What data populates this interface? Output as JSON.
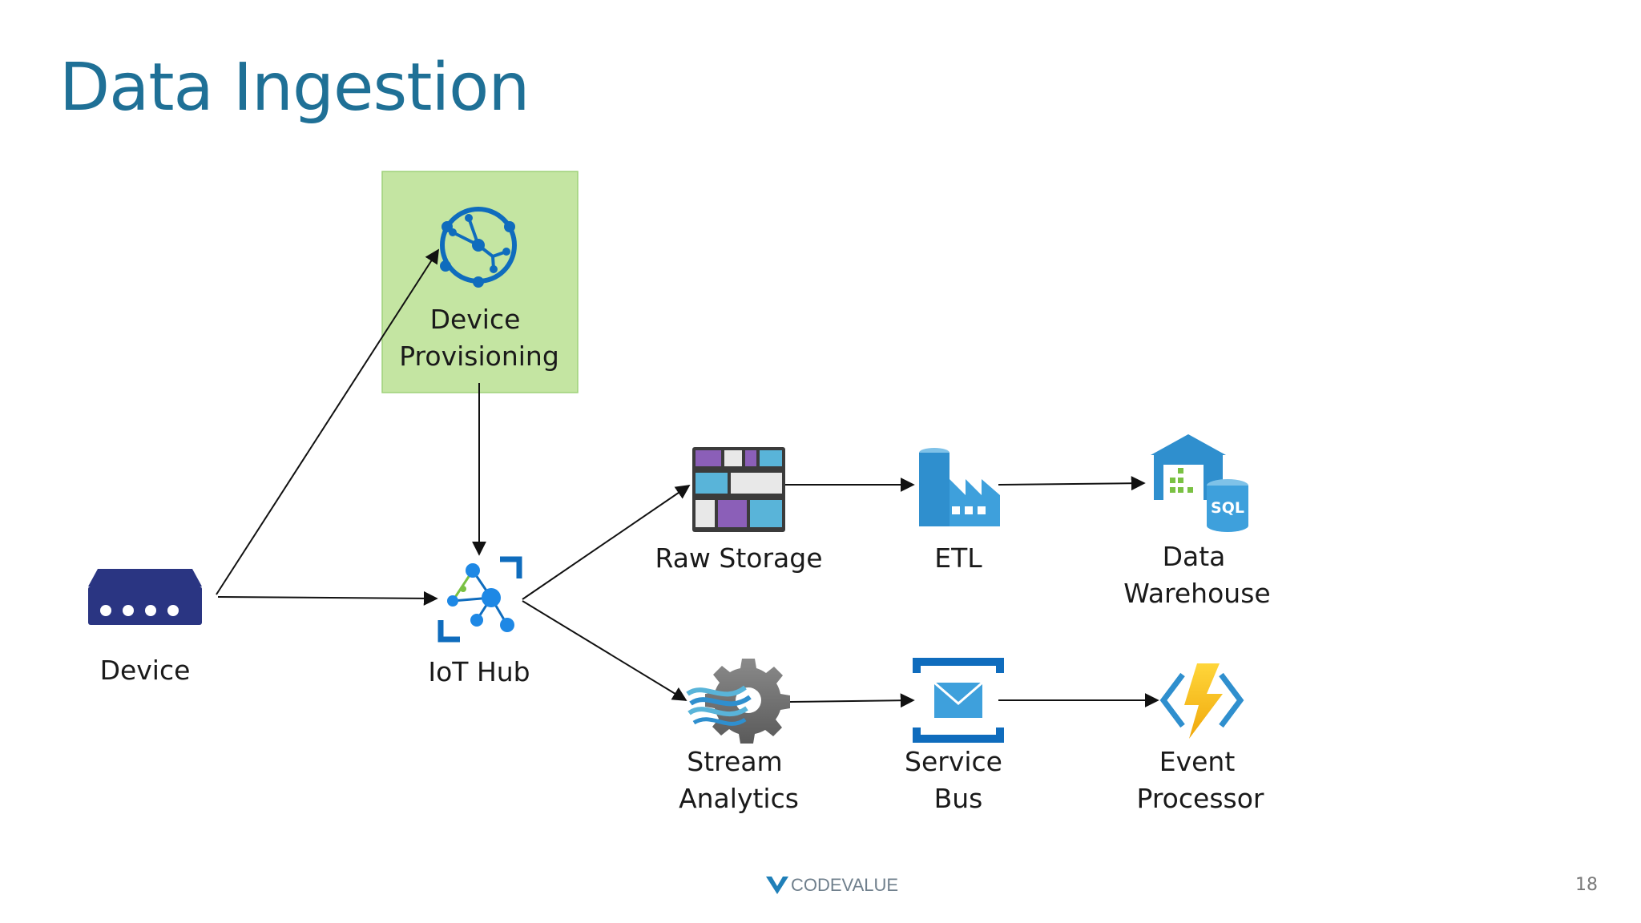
{
  "slide": {
    "title": "Data Ingestion",
    "page_number": "18",
    "footer_logo_text": "CODEVALUE"
  },
  "nodes": {
    "device": {
      "label": "Device",
      "icon": "device-icon"
    },
    "device_provisioning": {
      "label_line1": "Device",
      "label_line2": "Provisioning",
      "icon": "device-provisioning-icon"
    },
    "iot_hub": {
      "label": "IoT Hub",
      "icon": "iot-hub-icon"
    },
    "raw_storage": {
      "label": "Raw Storage",
      "icon": "storage-icon"
    },
    "etl": {
      "label": "ETL",
      "icon": "data-factory-icon"
    },
    "data_warehouse": {
      "label_line1": "Data",
      "label_line2": "Warehouse",
      "icon": "sql-warehouse-icon"
    },
    "stream_analytics": {
      "label_line1": "Stream",
      "label_line2": "Analytics",
      "icon": "stream-analytics-icon"
    },
    "service_bus": {
      "label_line1": "Service",
      "label_line2": "Bus",
      "icon": "service-bus-icon"
    },
    "event_processor": {
      "label_line1": "Event",
      "label_line2": "Processor",
      "icon": "function-icon"
    }
  },
  "colors": {
    "title": "#1f7096",
    "provisioning_box": "#c4e5a2",
    "azure_blue": "#0078d4",
    "device_navy": "#2a3582"
  }
}
